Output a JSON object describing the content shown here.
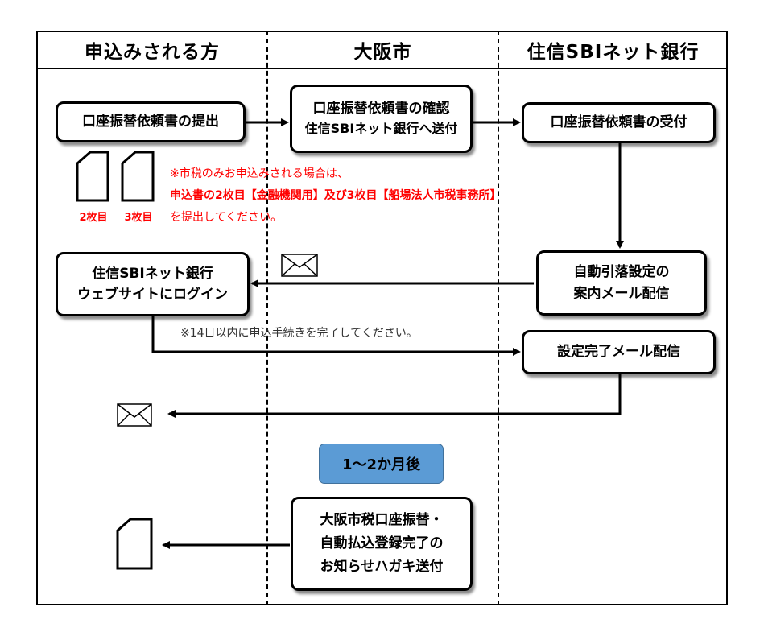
{
  "columns": {
    "applicant": "申込みされる方",
    "city": "大阪市",
    "bank": "住信SBIネット銀行"
  },
  "boxes": {
    "submit": "口座振替依頼書の提出",
    "confirm_line1": "口座振替依頼書の確認",
    "confirm_line2": "住信SBIネット銀行へ送付",
    "receive": "口座振替依頼書の受付",
    "auto_line1": "自動引落設定の",
    "auto_line2": "案内メール配信",
    "login_line1": "住信SBIネット銀行",
    "login_line2": "ウェブサイトにログイン",
    "complete_mail": "設定完了メール配信",
    "postcard_line1": "大阪市税口座振替・",
    "postcard_line2": "自動払込登録完了の",
    "postcard_line3": "お知らせハガキ送付"
  },
  "docs": {
    "label_2": "2枚目",
    "label_3": "3枚目"
  },
  "notes": {
    "city_tax_line1": "※市税のみお申込みされる場合は、",
    "city_tax_line2": "申込書の2枚目【金融機関用】及び3枚目【船場法人市税事務所】",
    "city_tax_line3": "を提出してください。",
    "deadline": "※14日以内に申込手続きを完了してください。"
  },
  "timing": {
    "label": "1～2か月後"
  },
  "colors": {
    "accent_red": "#ff0000",
    "timing_fill": "#5b9bd5"
  }
}
